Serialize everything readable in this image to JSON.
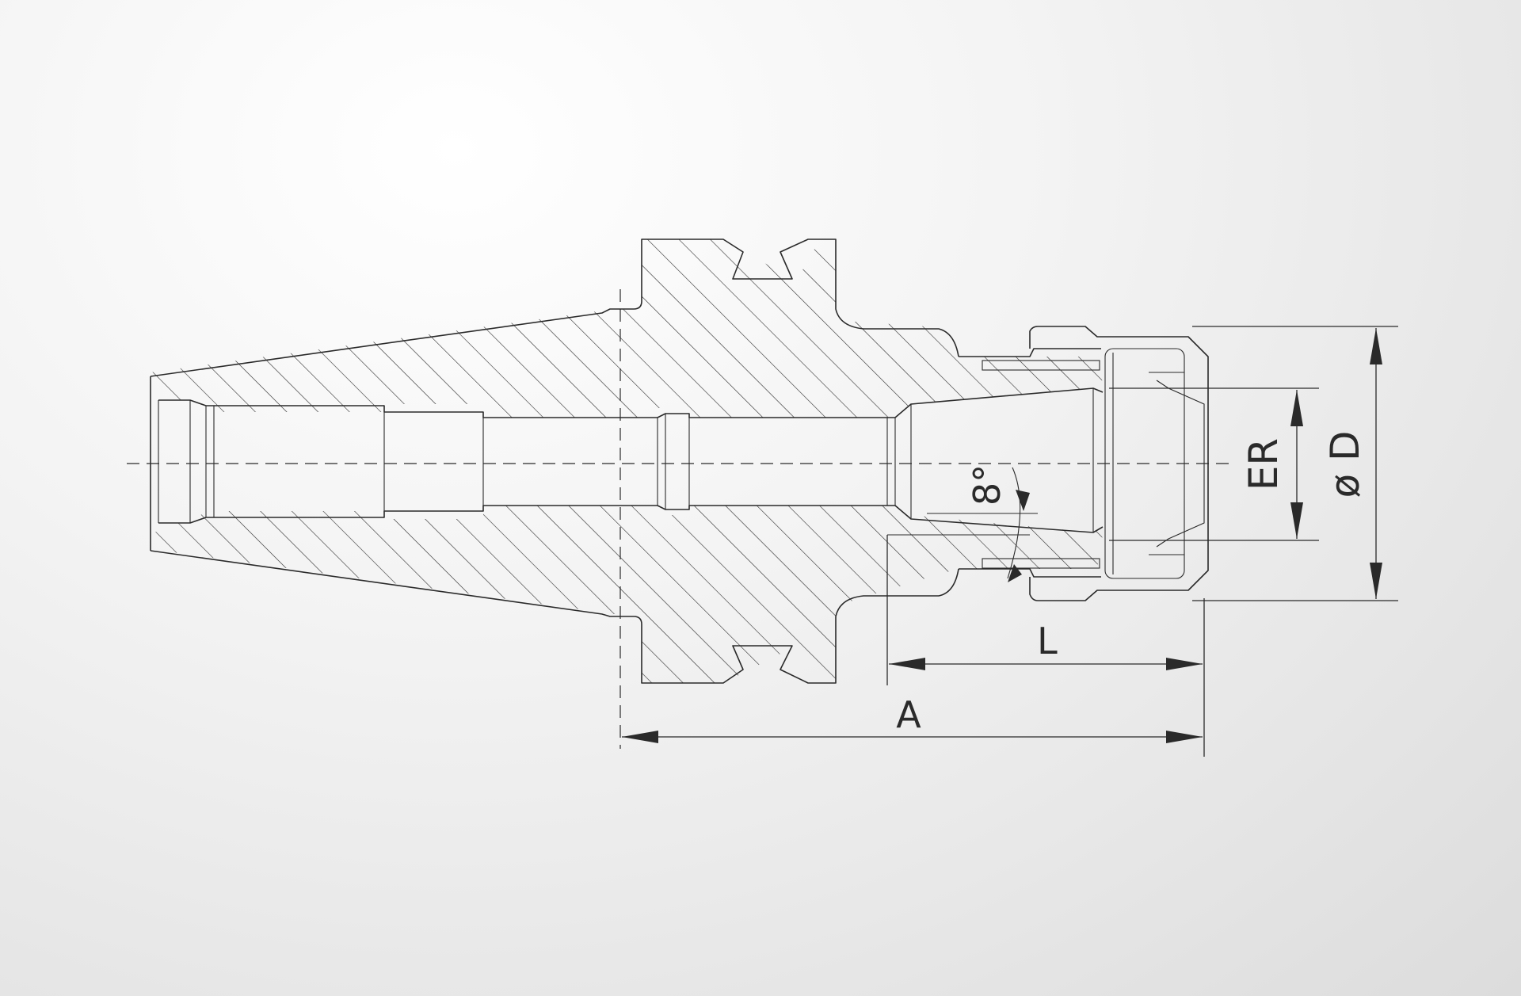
{
  "labels": {
    "length_l": "L",
    "length_a": "A",
    "size_er": "ER",
    "diameter_d": "ø D",
    "angle": "8°"
  }
}
